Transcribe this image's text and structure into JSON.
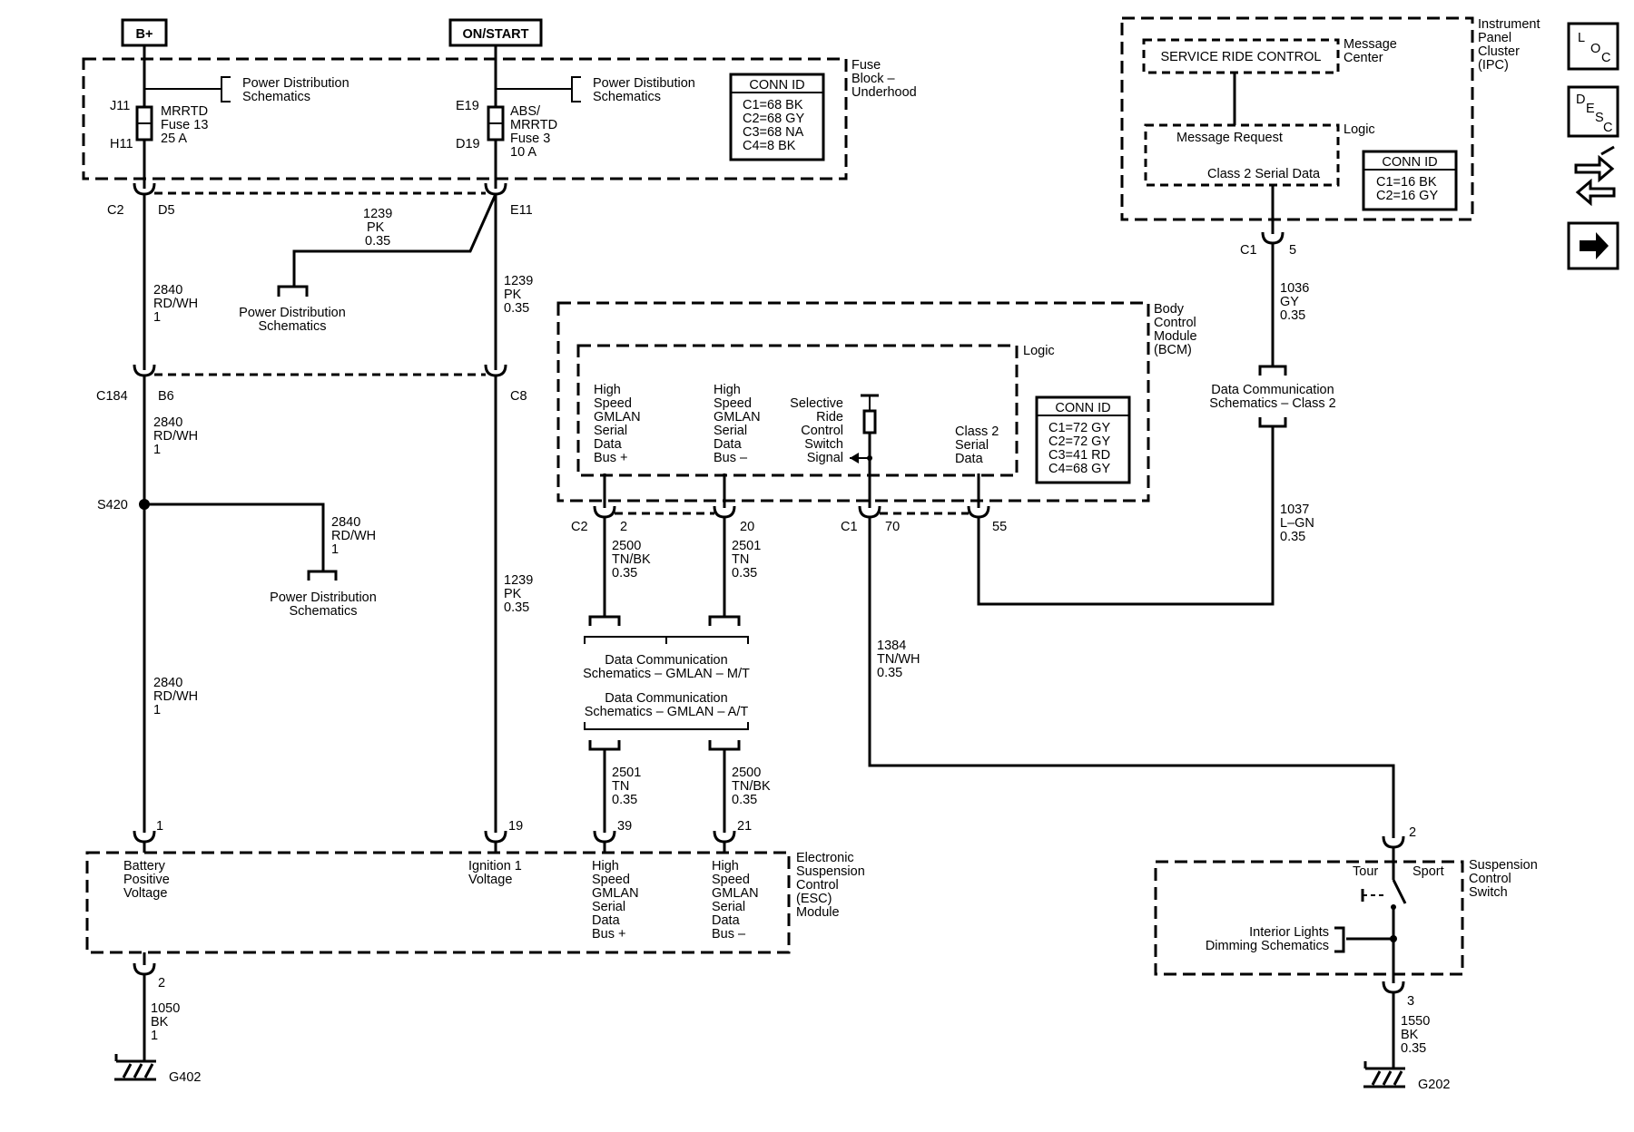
{
  "supply": {
    "bplus": "B+",
    "onstart": "ON/START"
  },
  "fuse_block": {
    "title": [
      "Fuse",
      "Block –",
      "Underhood"
    ],
    "pd_left": [
      "Power Distribution",
      "Schematics"
    ],
    "pd_right": [
      "Power Distibution",
      "Schematics"
    ],
    "fuse13": {
      "pin_top": "J11",
      "pin_bot": "H11",
      "lines": [
        "MRRTD",
        "Fuse 13",
        "25 A"
      ]
    },
    "fuse3": {
      "pin_top": "E19",
      "pin_bot": "D19",
      "lines": [
        "ABS/",
        "MRRTD",
        "Fuse 3",
        "10 A"
      ]
    },
    "conn": {
      "title": "CONN ID",
      "rows": [
        "C1=68 BK",
        "C2=68 GY",
        "C3=68 NA",
        "C4=8 BK"
      ]
    }
  },
  "connectors": {
    "c2": "C2",
    "d5": "D5",
    "e11": "E11",
    "c184": "C184",
    "b6": "B6",
    "c8": "C8",
    "s420": "S420"
  },
  "wires": {
    "w1239_top": [
      "1239",
      "PK",
      "0.35"
    ],
    "w2840_a": [
      "2840",
      "RD/WH",
      "1"
    ],
    "w1239_b": [
      "1239",
      "PK",
      "0.35"
    ],
    "w2840_b": [
      "2840",
      "RD/WH",
      "1"
    ],
    "w2840_c": [
      "2840",
      "RD/WH",
      "1"
    ],
    "w1239_c": [
      "1239",
      "PK",
      "0.35"
    ],
    "w2840_d": [
      "2840",
      "RD/WH",
      "1"
    ],
    "w1050": [
      "1050",
      "BK",
      "1"
    ],
    "w2500_a": [
      "2500",
      "TN/BK",
      "0.35"
    ],
    "w2501_a": [
      "2501",
      "TN",
      "0.35"
    ],
    "w2501_b": [
      "2501",
      "TN",
      "0.35"
    ],
    "w2500_b": [
      "2500",
      "TN/BK",
      "0.35"
    ],
    "w1384": [
      "1384",
      "TN/WH",
      "0.35"
    ],
    "w1036": [
      "1036",
      "GY",
      "0.35"
    ],
    "w1037": [
      "1037",
      "L–GN",
      "0.35"
    ],
    "w1550": [
      "1550",
      "BK",
      "0.35"
    ]
  },
  "pd_mid": [
    "Power Distribution",
    "Schematics"
  ],
  "pd_s420": [
    "Power Distribution",
    "Schematics"
  ],
  "bcm": {
    "title": [
      "Body",
      "Control",
      "Module",
      "(BCM)"
    ],
    "logic": "Logic",
    "hs_plus": [
      "High",
      "Speed",
      "GMLAN",
      "Serial",
      "Data",
      "Bus +"
    ],
    "hs_minus": [
      "High",
      "Speed",
      "GMLAN",
      "Serial",
      "Data",
      "Bus –"
    ],
    "selective": [
      "Selective",
      "Ride",
      "Control",
      "Switch",
      "Signal"
    ],
    "class2": [
      "Class 2",
      "Serial",
      "Data"
    ],
    "conn": {
      "title": "CONN ID",
      "rows": [
        "C1=72 GY",
        "C2=72 GY",
        "C3=41 RD",
        "C4=68 GY"
      ]
    },
    "pins": {
      "c2": "C2",
      "p2": "2",
      "p20": "20",
      "c1": "C1",
      "p70": "70",
      "p55": "55"
    }
  },
  "gmlan_mt": [
    "Data Communication",
    "Schematics – GMLAN – M/T"
  ],
  "gmlan_at": [
    "Data Communication",
    "Schematics – GMLAN – A/T"
  ],
  "esc": {
    "title": [
      "Electronic",
      "Suspension",
      "Control",
      "(ESC)",
      "Module"
    ],
    "batt": [
      "Battery",
      "Positive",
      "Voltage"
    ],
    "ign": [
      "Ignition 1",
      "Voltage"
    ],
    "hs_plus": [
      "High",
      "Speed",
      "GMLAN",
      "Serial",
      "Data",
      "Bus +"
    ],
    "hs_minus": [
      "High",
      "Speed",
      "GMLAN",
      "Serial",
      "Data",
      "Bus –"
    ],
    "pins": {
      "p1": "1",
      "p19": "19",
      "p39": "39",
      "p21": "21",
      "p2": "2"
    },
    "ground": "G402"
  },
  "ipc": {
    "title": [
      "Instrument",
      "Panel",
      "Cluster",
      "(IPC)"
    ],
    "msg_center": [
      "Message",
      "Center"
    ],
    "service": "SERVICE RIDE CONTROL",
    "logic": "Logic",
    "msg_request": "Message Request",
    "class2": "Class 2 Serial Data",
    "conn": {
      "title": "CONN ID",
      "rows": [
        "C1=16 BK",
        "C2=16 GY"
      ]
    },
    "pins": {
      "c1": "C1",
      "p5": "5"
    }
  },
  "class2_dc": [
    "Data Communication",
    "Schematics – Class 2"
  ],
  "switch": {
    "title": [
      "Suspension",
      "Control",
      "Switch"
    ],
    "tour": "Tour",
    "sport": "Sport",
    "dimming": [
      "Interior Lights",
      "Dimming Schematics"
    ],
    "pins": {
      "p2": "2",
      "p3": "3"
    },
    "ground": "G202"
  },
  "nav": {
    "loc": [
      "L",
      "O",
      "C"
    ],
    "desc": [
      "D",
      "E",
      "S",
      "C"
    ],
    "icons": [
      "loc-icon",
      "desc-icon",
      "connector-icon",
      "arrow-right-icon"
    ]
  }
}
